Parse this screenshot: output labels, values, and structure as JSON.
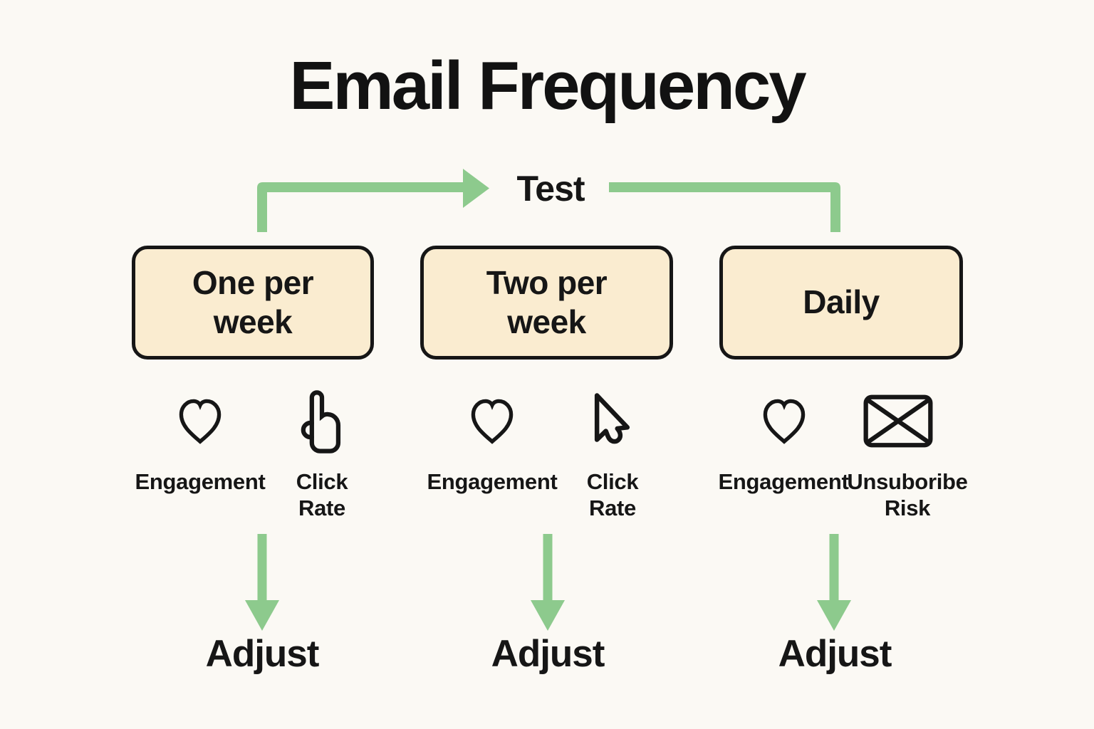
{
  "title": "Email Frequency",
  "test_label": "Test",
  "columns": [
    {
      "box_label": "One per\nweek",
      "metrics": [
        {
          "icon": "heart-icon",
          "label": "Engagement"
        },
        {
          "icon": "tap-icon",
          "label": "Click\nRate"
        }
      ],
      "action_label": "Adjust"
    },
    {
      "box_label": "Two per\nweek",
      "metrics": [
        {
          "icon": "heart-icon",
          "label": "Engagement"
        },
        {
          "icon": "cursor-icon",
          "label": "Click\nRate"
        }
      ],
      "action_label": "Adjust"
    },
    {
      "box_label": "Daily",
      "metrics": [
        {
          "icon": "heart-icon",
          "label": "Engagement"
        },
        {
          "icon": "envelope-icon",
          "label": "Unsuboribe\nRisk"
        }
      ],
      "action_label": "Adjust"
    }
  ],
  "colors": {
    "bg": "#fbf9f4",
    "green": "#8dca8d",
    "box-fill": "#faecd0",
    "box-border": "#161616",
    "ink": "#161616"
  }
}
